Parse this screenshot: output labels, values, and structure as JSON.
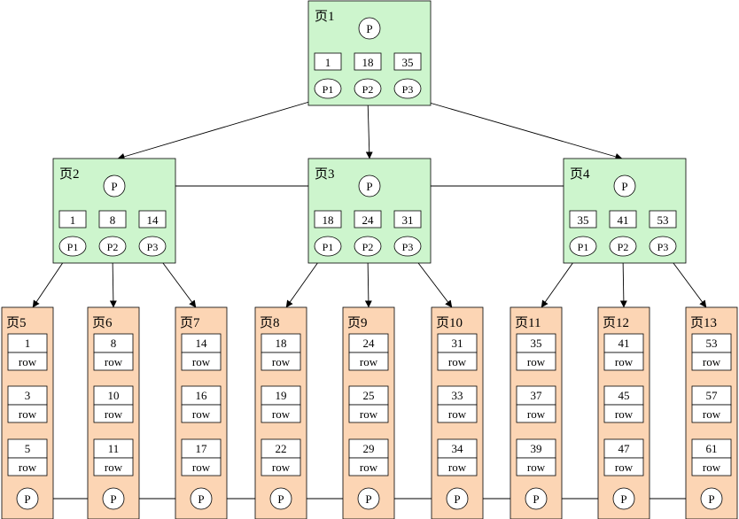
{
  "pointer_label": "P",
  "row_label": "row",
  "colors": {
    "internal_fill": "#cdf5cd",
    "leaf_fill": "#fcd5b4",
    "stroke": "#000000",
    "box_fill": "#ffffff"
  },
  "internal_pages": [
    {
      "title": "页1",
      "keys": [
        "1",
        "18",
        "35"
      ],
      "pointers": [
        "P1",
        "P2",
        "P3"
      ]
    },
    {
      "title": "页2",
      "keys": [
        "1",
        "8",
        "14"
      ],
      "pointers": [
        "P1",
        "P2",
        "P3"
      ]
    },
    {
      "title": "页3",
      "keys": [
        "18",
        "24",
        "31"
      ],
      "pointers": [
        "P1",
        "P2",
        "P3"
      ]
    },
    {
      "title": "页4",
      "keys": [
        "35",
        "41",
        "53"
      ],
      "pointers": [
        "P1",
        "P2",
        "P3"
      ]
    }
  ],
  "leaf_pages": [
    {
      "title": "页5",
      "keys": [
        "1",
        "3",
        "5"
      ]
    },
    {
      "title": "页6",
      "keys": [
        "8",
        "10",
        "11"
      ]
    },
    {
      "title": "页7",
      "keys": [
        "14",
        "16",
        "17"
      ]
    },
    {
      "title": "页8",
      "keys": [
        "18",
        "19",
        "22"
      ]
    },
    {
      "title": "页9",
      "keys": [
        "24",
        "25",
        "29"
      ]
    },
    {
      "title": "页10",
      "keys": [
        "31",
        "33",
        "34"
      ]
    },
    {
      "title": "页11",
      "keys": [
        "35",
        "37",
        "39"
      ]
    },
    {
      "title": "页12",
      "keys": [
        "41",
        "45",
        "47"
      ]
    },
    {
      "title": "页13",
      "keys": [
        "53",
        "57",
        "61"
      ]
    }
  ]
}
